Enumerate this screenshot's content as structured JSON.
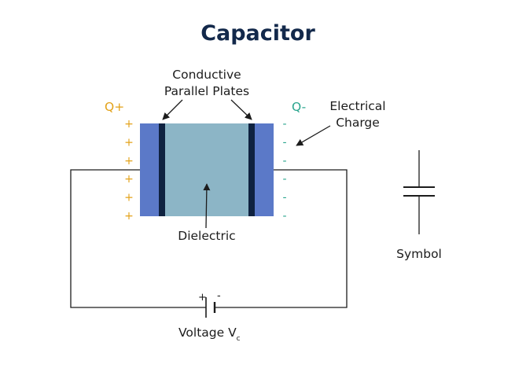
{
  "title": "Capacitor",
  "labels": {
    "plates_line1": "Conductive",
    "plates_line2": "Parallel Plates",
    "charge_line1": "Electrical",
    "charge_line2": "Charge",
    "q_positive": "Q+",
    "q_negative": "Q-",
    "dielectric": "Dielectric",
    "symbol": "Symbol",
    "voltage": "Voltage V",
    "voltage_subscript": "c",
    "battery_plus": "+",
    "battery_minus": "-"
  },
  "charges": {
    "plus_sign": "+",
    "minus_sign": "-",
    "count_per_side": 6
  },
  "colors": {
    "title": "#13294b",
    "plate_outer": "#5b79c8",
    "dielectric": "#8cb5c6",
    "plate_bar": "#0f2240",
    "positive_charge": "#e3a21a",
    "negative_charge": "#2aa58e",
    "wire": "#1c1c1c"
  }
}
